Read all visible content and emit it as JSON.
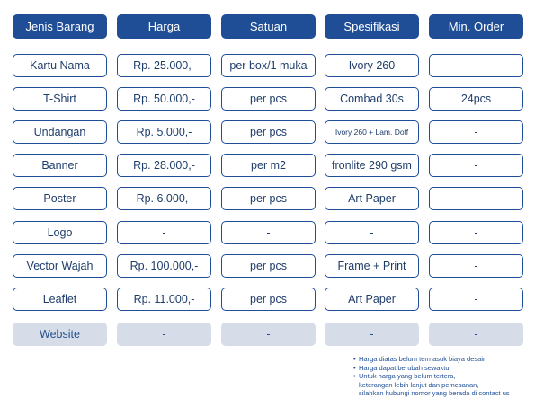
{
  "headers": [
    "Jenis Barang",
    "Harga",
    "Satuan",
    "Spesifikasi",
    "Min. Order"
  ],
  "rows": [
    [
      "Kartu Nama",
      "Rp. 25.000,-",
      "per box/1 muka",
      "Ivory 260",
      "-"
    ],
    [
      "T-Shirt",
      "Rp. 50.000,-",
      "per pcs",
      "Combad 30s",
      "24pcs"
    ],
    [
      "Undangan",
      "Rp. 5.000,-",
      "per pcs",
      "Ivory 260 + Lam. Doff",
      "-"
    ],
    [
      "Banner",
      "Rp. 28.000,-",
      "per m2",
      "fronlite 290 gsm",
      "-"
    ],
    [
      "Poster",
      "Rp. 6.000,-",
      "per pcs",
      "Art Paper",
      "-"
    ],
    [
      "Logo",
      "-",
      "-",
      "-",
      "-"
    ],
    [
      "Vector Wajah",
      "Rp. 100.000,-",
      "per pcs",
      "Frame + Print",
      "-"
    ],
    [
      "Leaflet",
      "Rp. 11.000,-",
      "per pcs",
      "Art Paper",
      "-"
    ],
    [
      "Website",
      "-",
      "-",
      "-",
      "-"
    ]
  ],
  "notes": [
    "Harga diatas belum termasuk biaya desain",
    "Harga dapat berubah sewaktu",
    "Untuk harga yang belum tertera,",
    "keterangan lebih lanjut dan pemesanan,",
    "silahkan hubungi nomor yang berada di contact us"
  ],
  "colors": {
    "header_bg": "#1f4e96",
    "border": "#1f4e96",
    "text": "#1f3d6b",
    "highlight_row_bg": "#d6dde8"
  }
}
